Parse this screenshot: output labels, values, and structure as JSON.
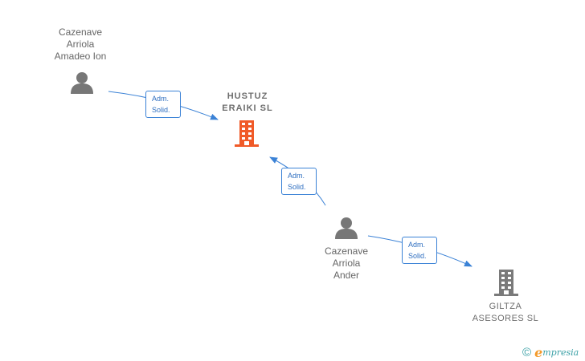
{
  "nodes": {
    "person_amadeo": {
      "lines": [
        "Cazenave",
        "Arriola",
        "Amadeo Ion"
      ],
      "icon": "person-icon"
    },
    "company_hustuz": {
      "lines": [
        "HUSTUZ",
        "ERAIKI  SL"
      ],
      "icon": "building-icon",
      "color": "#f05a28"
    },
    "person_ander": {
      "lines": [
        "Cazenave",
        "Arriola",
        "Ander"
      ],
      "icon": "person-icon"
    },
    "company_giltza": {
      "lines": [
        "GILTZA",
        "ASESORES  SL"
      ],
      "icon": "building-icon",
      "color": "#7a7a7a"
    }
  },
  "edges": [
    {
      "from": "person_amadeo",
      "to": "company_hustuz",
      "label": [
        "Adm.",
        "Solid."
      ]
    },
    {
      "from": "person_ander",
      "to": "company_hustuz",
      "label": [
        "Adm.",
        "Solid."
      ]
    },
    {
      "from": "person_ander",
      "to": "company_giltza",
      "label": [
        "Adm.",
        "Solid."
      ]
    }
  ],
  "colors": {
    "edge": "#3b82d6",
    "person": "#777777",
    "text": "#666666"
  },
  "brand": {
    "copyright": "©",
    "e": "e",
    "rest": "mpresia"
  }
}
